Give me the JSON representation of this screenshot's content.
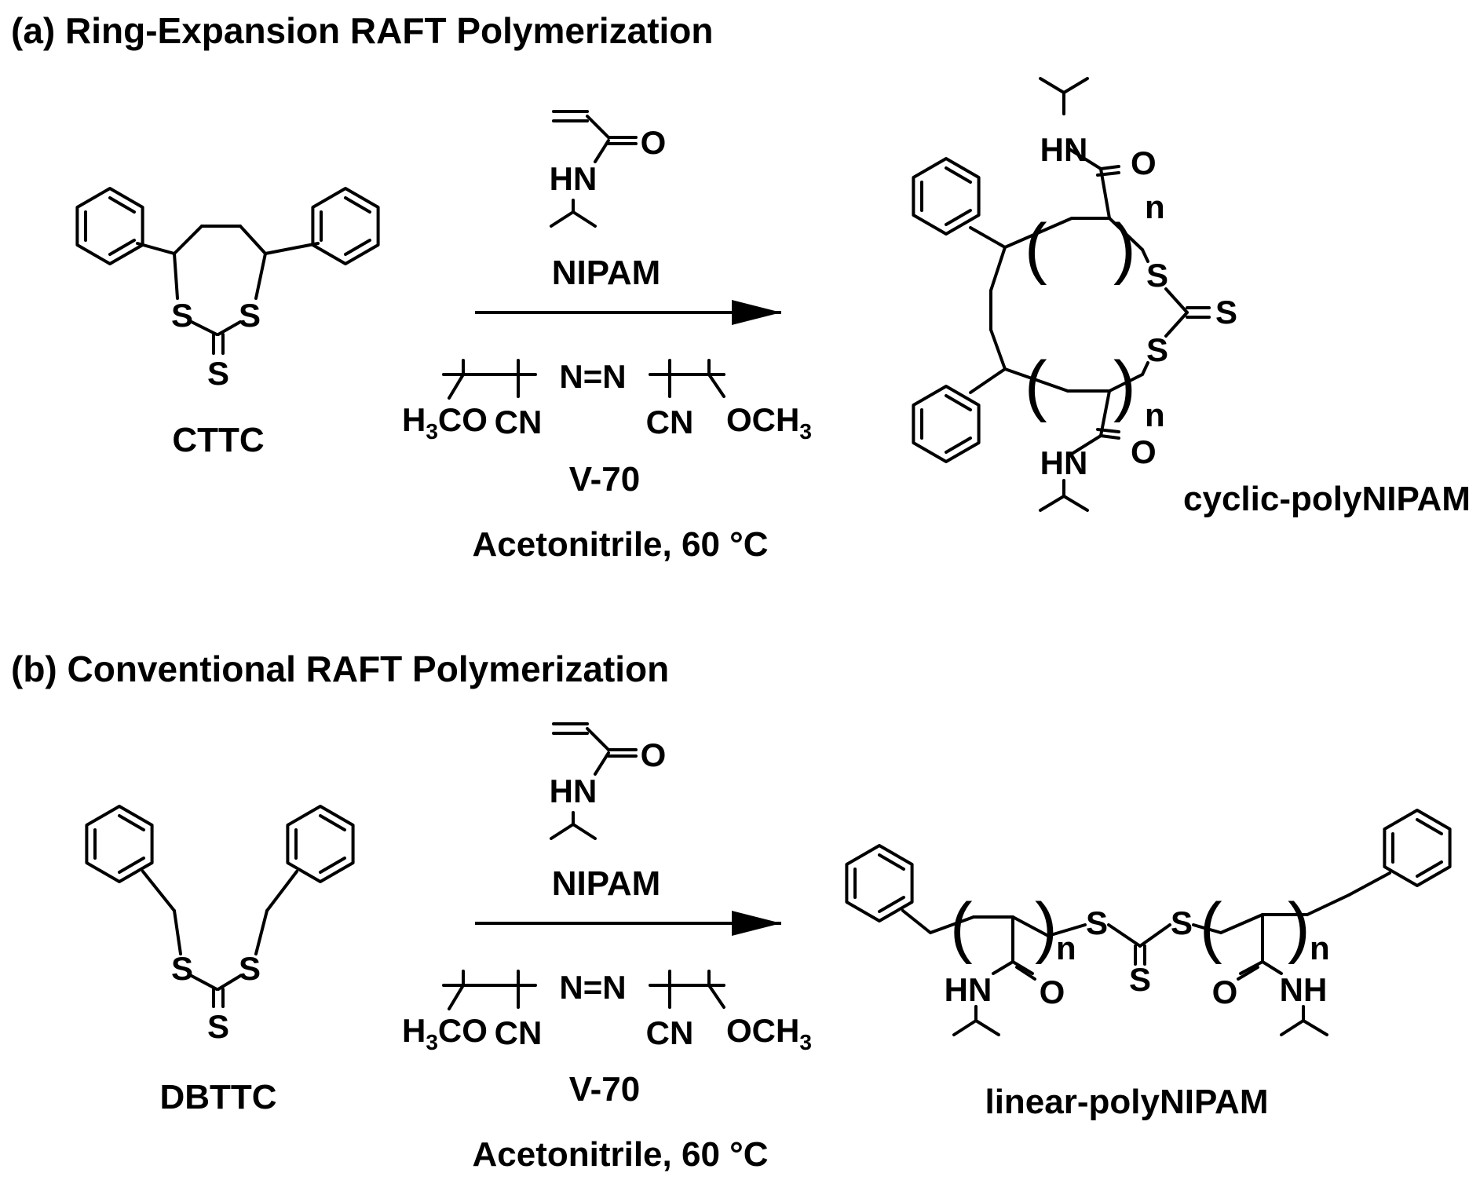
{
  "panel_a": {
    "title": "(a) Ring-Expansion RAFT Polymerization",
    "reagent": "CTTC",
    "monomer": "NIPAM",
    "initiator": "V-70",
    "conditions": "Acetonitrile, 60 °C",
    "product": "cyclic-polyNIPAM"
  },
  "panel_b": {
    "title": "(b) Conventional RAFT Polymerization",
    "reagent": "DBTTC",
    "monomer": "NIPAM",
    "initiator": "V-70",
    "conditions": "Acetonitrile, 60 °C",
    "product": "linear-polyNIPAM"
  },
  "atoms": {
    "O": "O",
    "S": "S",
    "HN": "HN",
    "NH": "NH",
    "CN": "CN",
    "azo": "N=N",
    "n": "n",
    "h3co_H": "H",
    "h3co_3": "3",
    "h3co_CO": "CO",
    "och3_OCH": "OCH",
    "och3_3": "3"
  },
  "colors": {
    "ink": "#000000",
    "background": "#ffffff"
  }
}
